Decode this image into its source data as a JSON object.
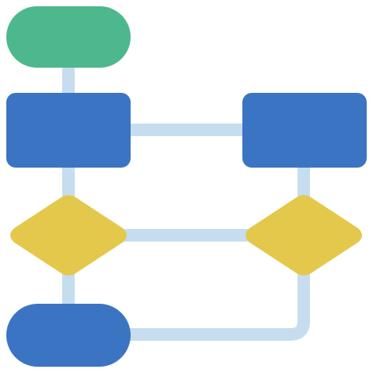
{
  "icon": {
    "name": "flowchart-icon",
    "nodes": [
      {
        "id": "start-terminal",
        "shape": "pill",
        "role": "start"
      },
      {
        "id": "process-left",
        "shape": "rectangle",
        "role": "process"
      },
      {
        "id": "process-right",
        "shape": "rectangle",
        "role": "process"
      },
      {
        "id": "decision-left",
        "shape": "diamond",
        "role": "decision"
      },
      {
        "id": "decision-right",
        "shape": "diamond",
        "role": "decision"
      },
      {
        "id": "end-terminal",
        "shape": "pill",
        "role": "end"
      }
    ],
    "connectors": [
      {
        "from": "start-terminal",
        "to": "process-left"
      },
      {
        "from": "process-left",
        "to": "process-right"
      },
      {
        "from": "process-left",
        "to": "decision-left"
      },
      {
        "from": "process-right",
        "to": "decision-right"
      },
      {
        "from": "decision-left",
        "to": "decision-right"
      },
      {
        "from": "decision-left",
        "to": "end-terminal"
      },
      {
        "from": "decision-right",
        "to": "end-terminal"
      }
    ]
  },
  "colors": {
    "background": "#ffffff",
    "start": "#4db88e",
    "process": "#3b74c3",
    "decision": "#e4c84b",
    "end": "#3b74c3",
    "connector": "#c6ddf0"
  }
}
